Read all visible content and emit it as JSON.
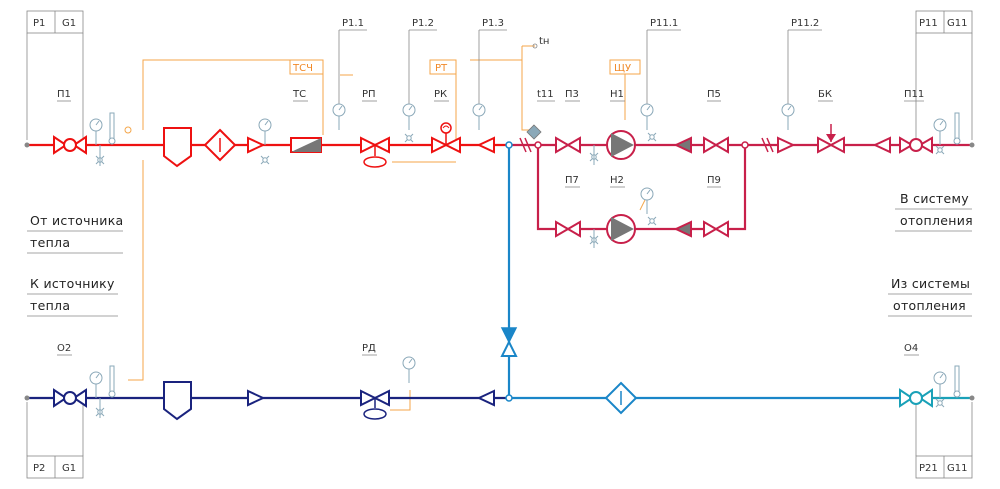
{
  "colors": {
    "supply": "#ee1111",
    "supply_after_mix": "#c8204a",
    "return": "#1a237e",
    "return_heating": "#1a86c8",
    "return_heating_end": "#1aa1b8",
    "control": "#f4a64a",
    "instrument": "#8aa8b8",
    "frame": "#888888"
  },
  "corner_tags": {
    "tl_p": "P1",
    "tl_g": "G1",
    "tr_p": "P11",
    "tr_g": "G11",
    "bl_p": "P2",
    "bl_g": "G1",
    "br_p": "P21",
    "br_g": "G11"
  },
  "captions": {
    "from_source_1": "От источника",
    "from_source_2": "тепла",
    "to_source_1": "К источнику",
    "to_source_2": "тепла",
    "to_system_1": "В систему",
    "to_system_2": "отопления",
    "from_system_1": "Из системы",
    "from_system_2": "отопления"
  },
  "instruments": {
    "p1_1": "P1.1",
    "p1_2": "P1.2",
    "p1_3": "P1.3",
    "p11_1": "P11.1",
    "p11_2": "P11.2",
    "tn": "tн",
    "t11": "t11"
  },
  "control_boxes": {
    "tsch": "ТСЧ",
    "rt": "РТ",
    "shu": "ЩУ"
  },
  "equipment": {
    "p1": "П1",
    "ts": "ТС",
    "rp": "РП",
    "rk": "РК",
    "p3": "П3",
    "n1": "Н1",
    "p5": "П5",
    "bk": "БК",
    "p11": "П11",
    "p7": "П7",
    "n2": "Н2",
    "p9": "П9",
    "o2": "О2",
    "rd": "РД",
    "o4": "О4"
  },
  "icons": [
    "shutoff-valve-icon",
    "pressure-gauge-icon",
    "thermometer-icon",
    "mud-trap-icon",
    "filter-icon",
    "check-valve-icon",
    "heat-meter-icon",
    "control-valve-icon",
    "pump-icon",
    "ball-valve-icon"
  ]
}
